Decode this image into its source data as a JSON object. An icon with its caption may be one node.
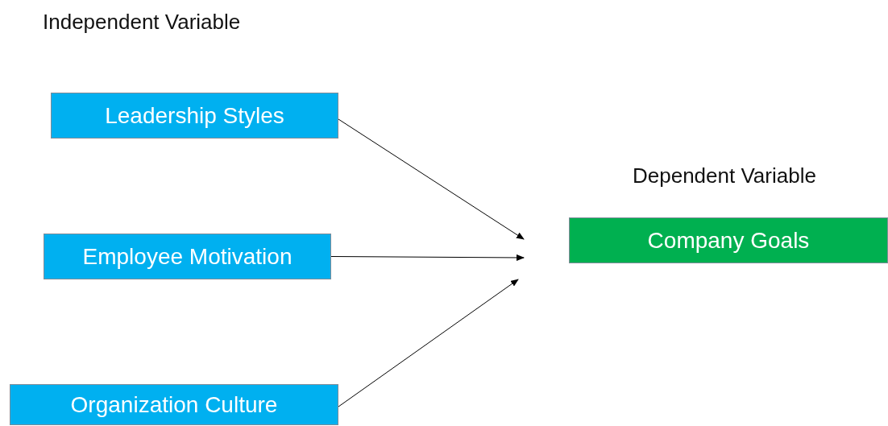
{
  "diagram": {
    "nodes": [
      {
        "text": [
          "Leadership Styles"
        ]
      },
      {
        "text": [
          "Employee Motivation"
        ]
      },
      {
        "text": [
          "Organization Culture"
        ]
      },
      {
        "text": [
          "Company Goals"
        ]
      }
    ],
    "edges": [
      {
        "from": 0,
        "to": null,
        "arrow": "to"
      },
      {
        "from": 1,
        "to": null,
        "arrow": "to"
      },
      {
        "from": 2,
        "to": null,
        "arrow": "to"
      }
    ],
    "labels": [
      "Independent Variable",
      "Dependent Variable"
    ]
  }
}
